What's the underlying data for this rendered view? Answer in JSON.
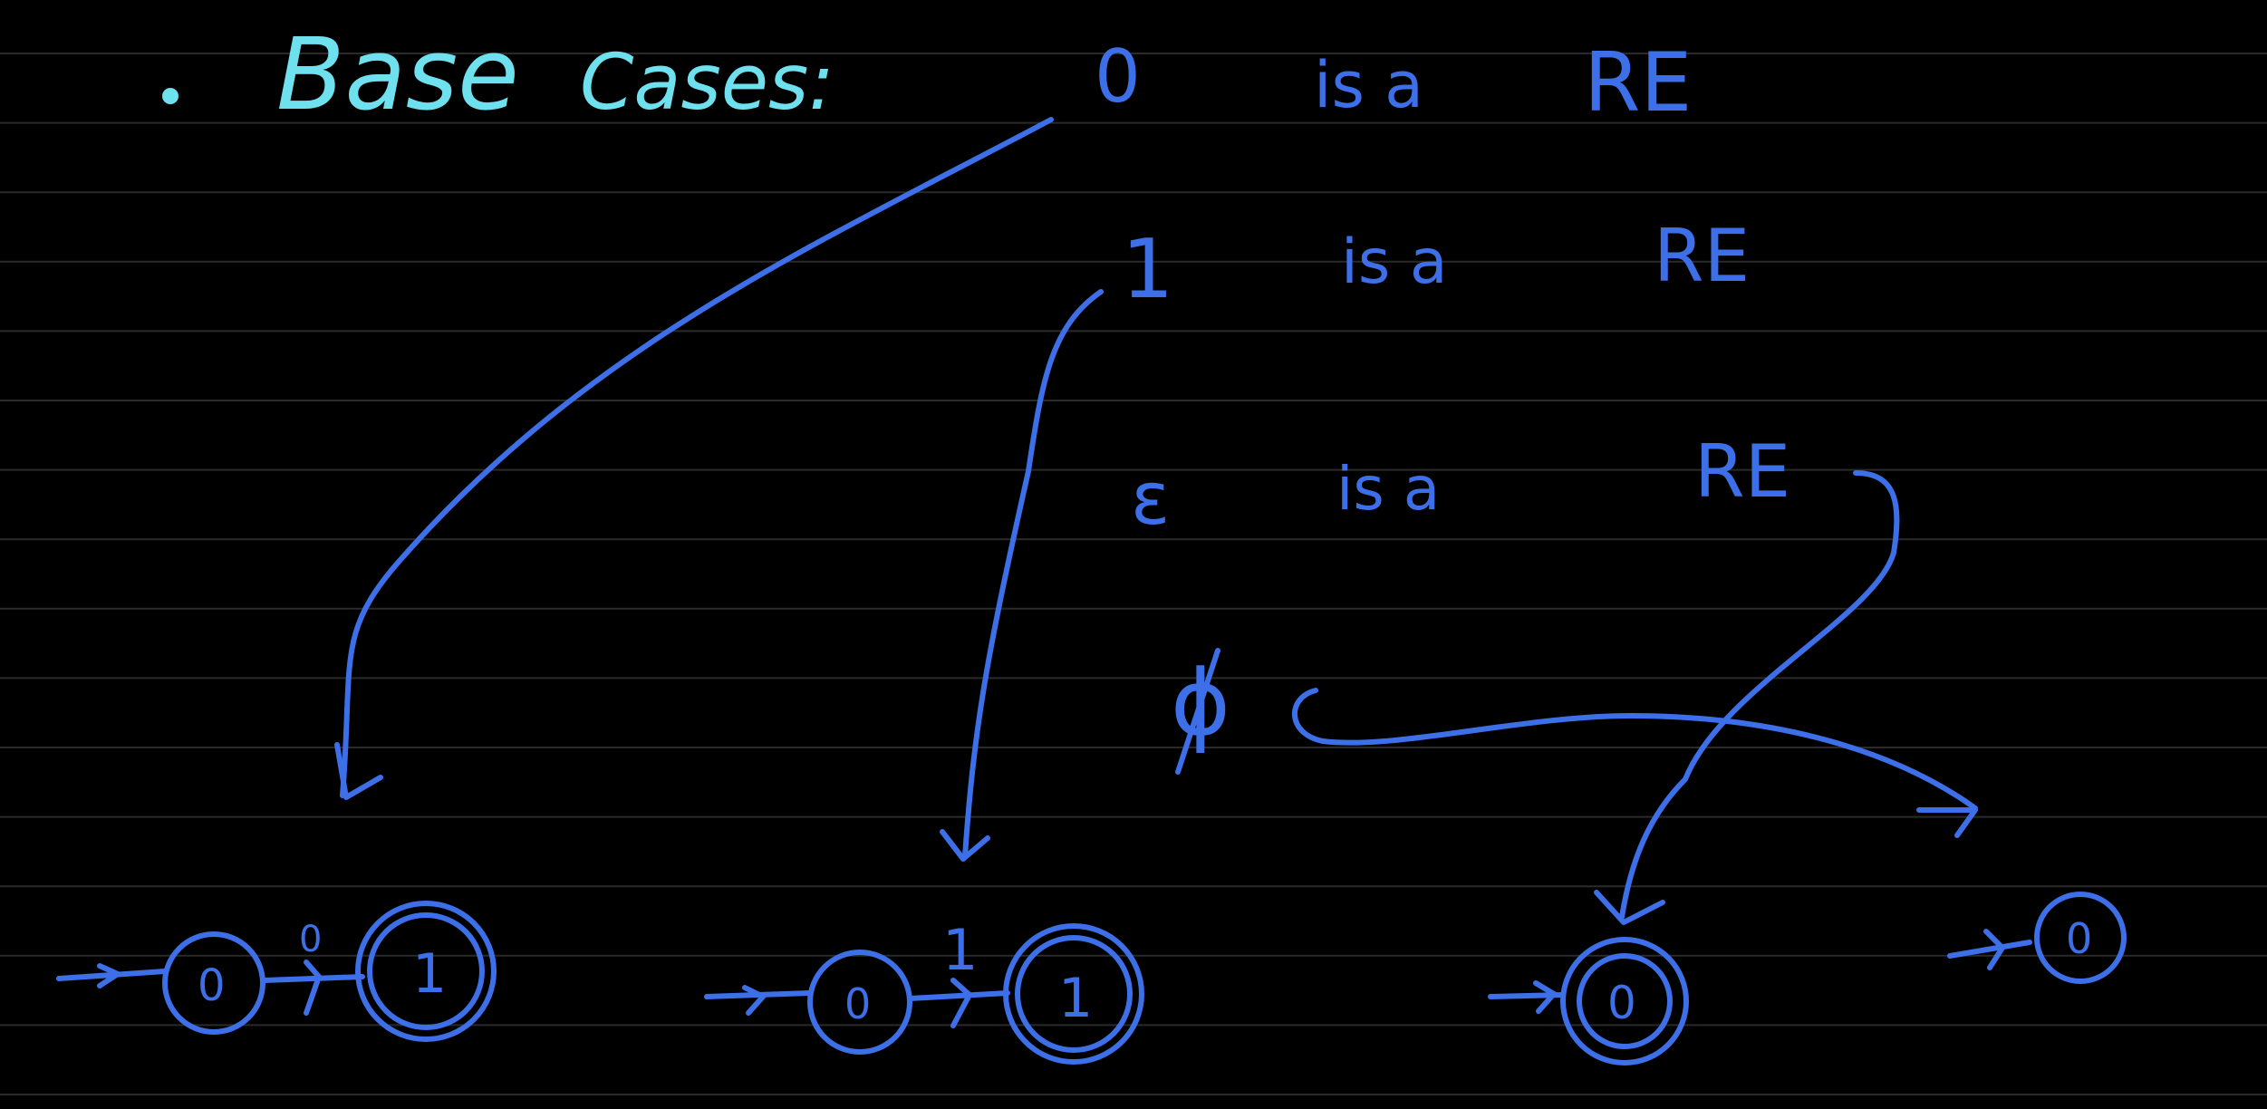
{
  "colors": {
    "background": "#000000",
    "ruled_line": "#2a2a2a",
    "cyan_ink": "#6fe0ee",
    "blue_ink": "#3d6fe8"
  },
  "heading": {
    "bullet": "•",
    "text_base": "Base",
    "text_cases": "Cases:"
  },
  "cases": [
    {
      "symbol": "0",
      "is_a": "is a",
      "re": "RE"
    },
    {
      "symbol": "1",
      "is_a": "is a",
      "re": "RE"
    },
    {
      "symbol": "ε",
      "is_a": "is a",
      "re": "RE"
    },
    {
      "symbol": "ϕ",
      "is_a": "",
      "re": ""
    }
  ],
  "automata": {
    "zero": {
      "start_label": "0",
      "transition_label": "0",
      "accept_label": "1"
    },
    "one": {
      "start_label": "0",
      "transition_label": "1",
      "accept_label": "1"
    },
    "epsilon": {
      "state_label": "0"
    },
    "empty": {
      "state_label": "0"
    }
  }
}
